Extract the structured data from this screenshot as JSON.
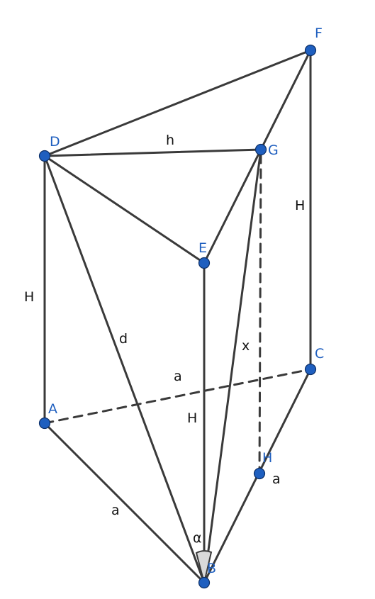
{
  "colors": {
    "edge": "#3a3a3a",
    "point": "#1f5fbf",
    "label": "#111111"
  },
  "points": {
    "A": "A",
    "B": "B",
    "C": "C",
    "D": "D",
    "E": "E",
    "F": "F",
    "G": "G",
    "H": "H"
  },
  "segments": {
    "h_DG": "h",
    "H_AD": "H",
    "H_CF": "H",
    "H_BE": "H",
    "d_BD": "d",
    "x_GH": "x",
    "a_AC": "a",
    "a_AB": "a",
    "a_HC": "a"
  },
  "angle": {
    "symbol": "α"
  }
}
